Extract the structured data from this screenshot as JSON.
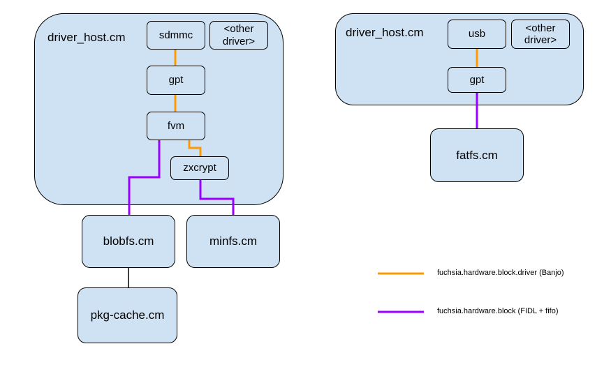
{
  "colors": {
    "box_fill": "#cfe2f3",
    "banjo_line": "#ff9900",
    "fidl_line": "#9900ff",
    "plain_line": "#000000"
  },
  "left_host": {
    "label": "driver_host.cm",
    "sdmmc": "sdmmc",
    "other_driver_line1": "<other",
    "other_driver_line2": "driver>",
    "gpt": "gpt",
    "fvm": "fvm",
    "zxcrypt": "zxcrypt"
  },
  "right_host": {
    "label": "driver_host.cm",
    "usb": "usb",
    "other_driver_line1": "<other",
    "other_driver_line2": "driver>",
    "gpt": "gpt"
  },
  "components": {
    "blobfs": "blobfs.cm",
    "minfs": "minfs.cm",
    "pkg_cache": "pkg-cache.cm",
    "fatfs": "fatfs.cm"
  },
  "legend": {
    "banjo": "fuchsia.hardware.block.driver (Banjo)",
    "fidl": "fuchsia.hardware.block (FIDL + fifo)"
  }
}
